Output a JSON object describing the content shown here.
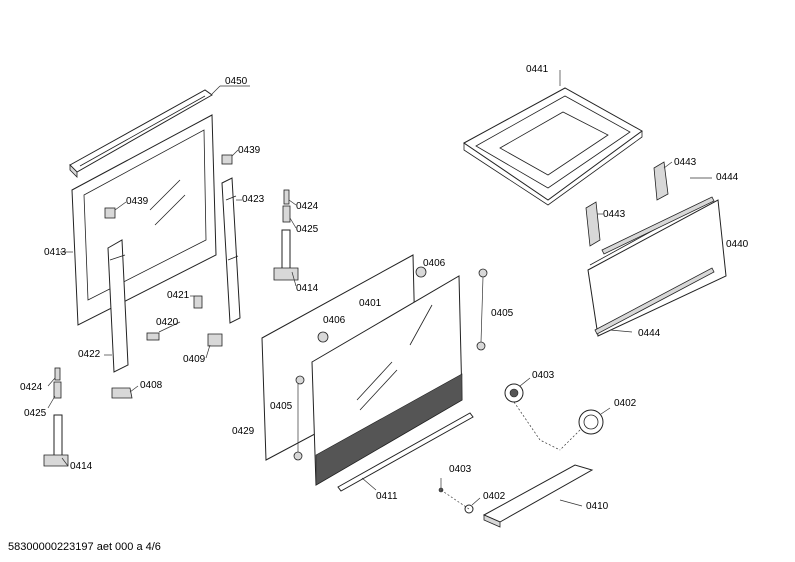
{
  "footer": {
    "document_id": "58300000223197 aet 000 a 4/6"
  },
  "labels": {
    "p0450": "0450",
    "p0441": "0441",
    "p0439a": "0439",
    "p0439b": "0439",
    "p0423": "0423",
    "p0424a": "0424",
    "p0425a": "0425",
    "p0414a": "0414",
    "p0413": "0413",
    "p0421": "0421",
    "p0420": "0420",
    "p0409": "0409",
    "p0422": "0422",
    "p0424b": "0424",
    "p0408": "0408",
    "p0425b": "0425",
    "p0414b": "0414",
    "p0406a": "0406",
    "p0401": "0401",
    "p0406b": "0406",
    "p0405a": "0405",
    "p0405b": "0405",
    "p0429": "0429",
    "p0411": "0411",
    "p0443a": "0443",
    "p0444a": "0444",
    "p0443b": "0443",
    "p0440": "0440",
    "p0444b": "0444",
    "p0403a": "0403",
    "p0402a": "0402",
    "p0403b": "0403",
    "p0402b": "0402",
    "p0410": "0410"
  }
}
